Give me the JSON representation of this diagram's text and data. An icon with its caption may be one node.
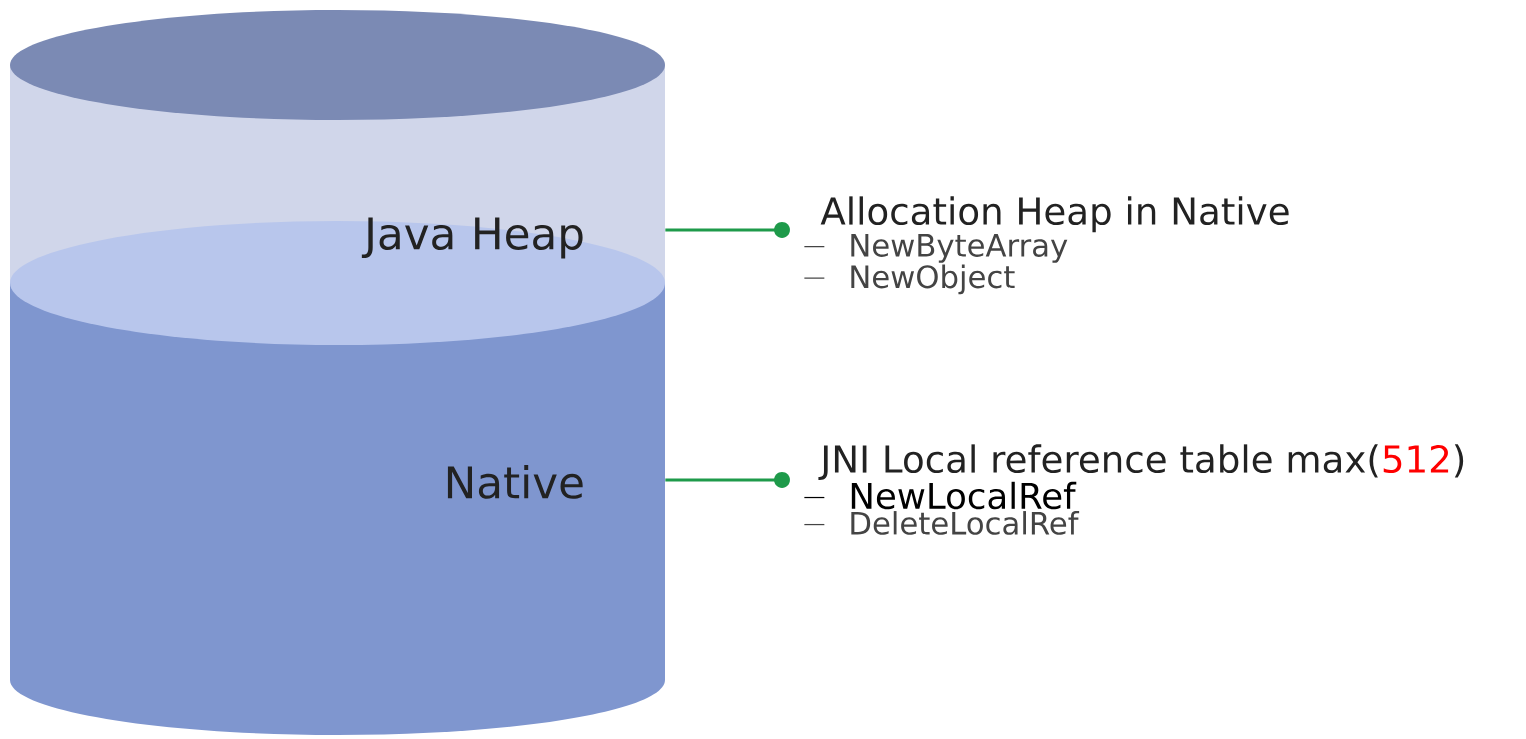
{
  "diagram": {
    "nodes": [
      {
        "text": [
          "Java Heap"
        ]
      },
      {
        "text": [
          "Native"
        ]
      },
      {
        "text": [
          "Allocation Heap in Native",
          "NewByteArray",
          "NewObject"
        ]
      },
      {
        "text": [
          "JNI Local reference table max(",
          "512",
          ")",
          "NewLocalRef",
          "DeleteLocalRef"
        ]
      }
    ],
    "edges": [
      {
        "from": 0,
        "to": 2,
        "arrow": "other"
      },
      {
        "from": 1,
        "to": 3,
        "arrow": "other"
      }
    ]
  }
}
